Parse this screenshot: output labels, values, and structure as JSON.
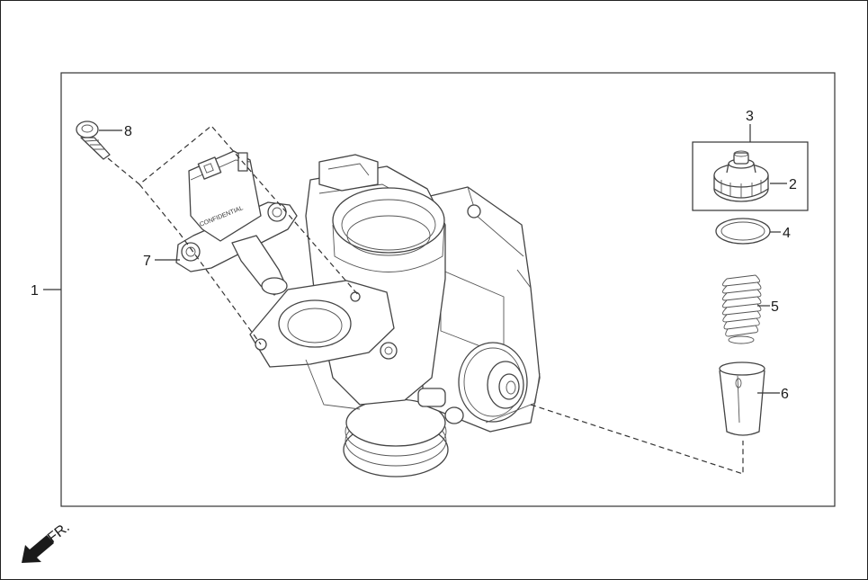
{
  "diagram": {
    "labels": [
      {
        "id": "1",
        "text": "1"
      },
      {
        "id": "2",
        "text": "2"
      },
      {
        "id": "3",
        "text": "3"
      },
      {
        "id": "4",
        "text": "4"
      },
      {
        "id": "5",
        "text": "5"
      },
      {
        "id": "6",
        "text": "6"
      },
      {
        "id": "7",
        "text": "7"
      },
      {
        "id": "8",
        "text": "8"
      }
    ],
    "direction": {
      "text": "FR.",
      "icon": "arrow-down-left-icon"
    },
    "sensor_marking": "CONFIDENTIAL",
    "colors": {
      "line": "#333333",
      "background": "#ffffff"
    }
  }
}
